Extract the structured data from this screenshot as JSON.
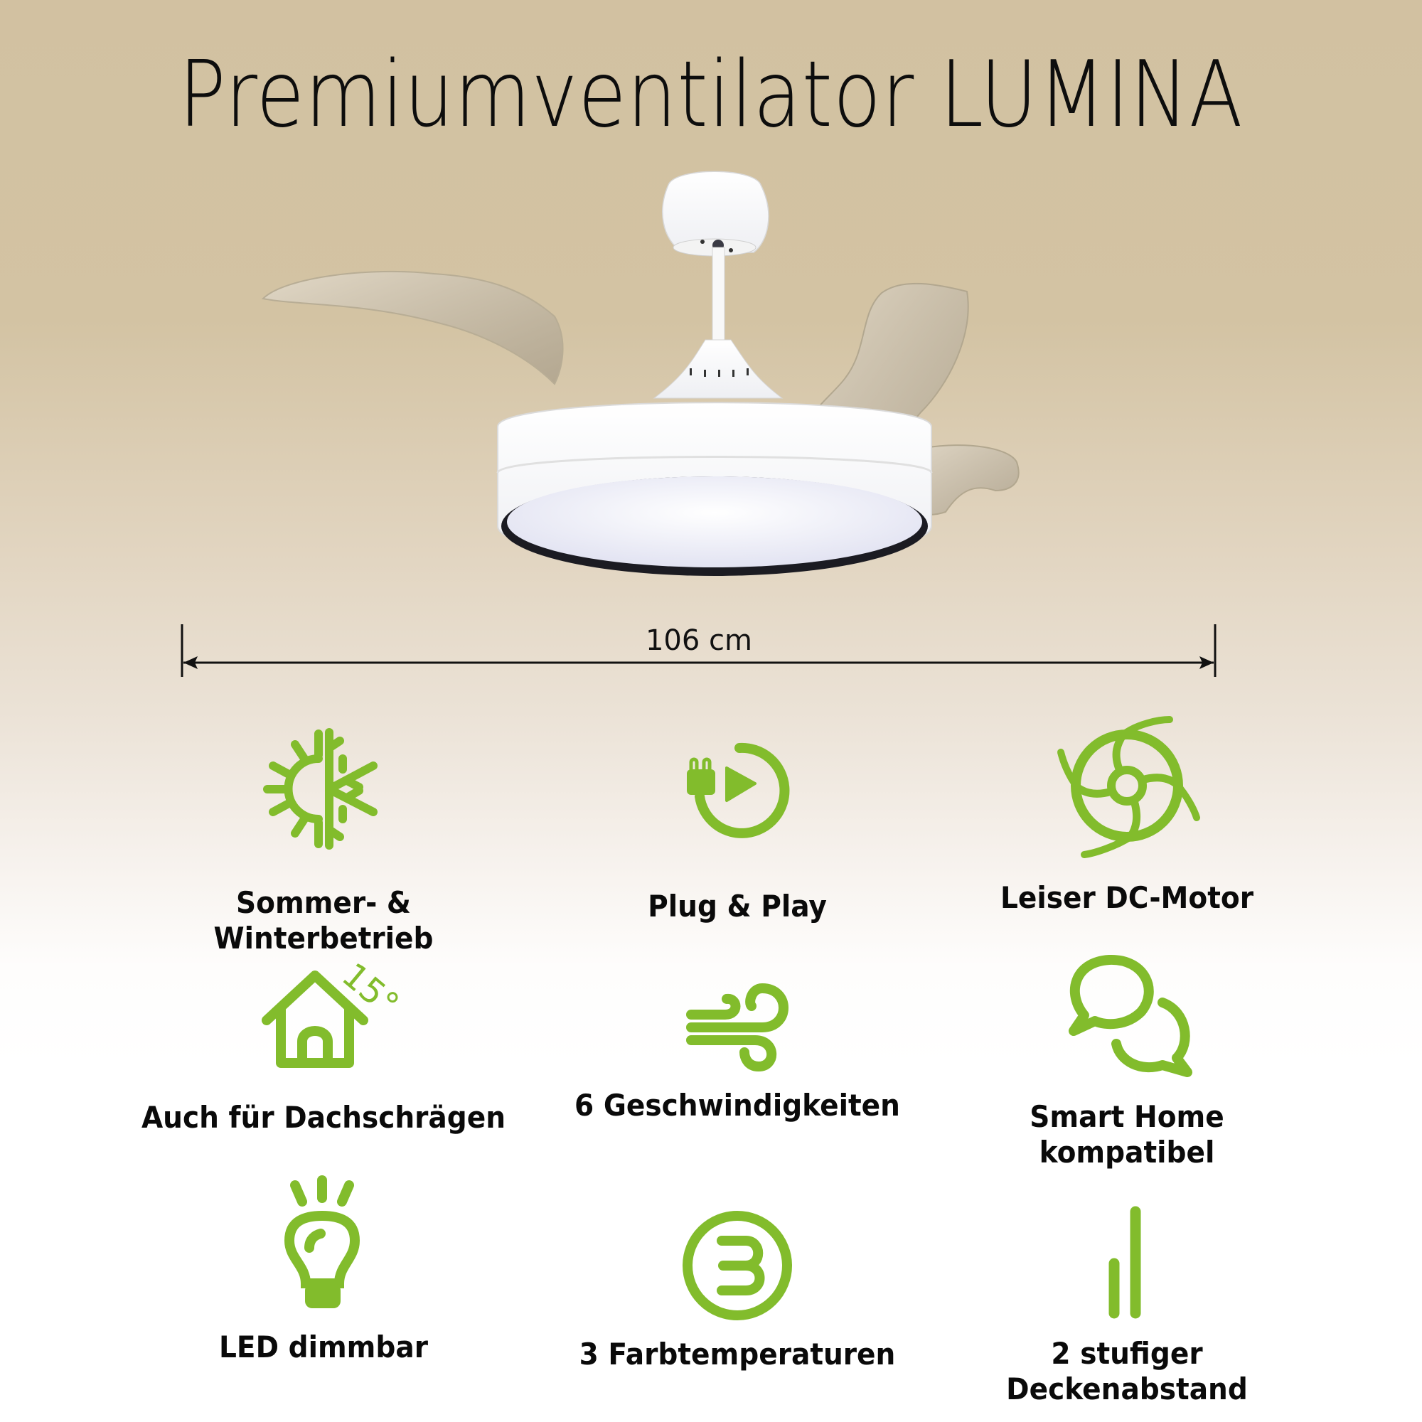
{
  "title": "Premiumventilator LUMINA",
  "dimension": {
    "label": "106 cm",
    "value": 106,
    "unit": "cm"
  },
  "colors": {
    "accent": "#82bc2c",
    "background_top": "#d2c1a1",
    "background_bottom": "#ffffff",
    "text": "#0a0a0a"
  },
  "product_image": {
    "name": "ceiling-fan-with-led-light",
    "blade_count": 3,
    "finish": "white"
  },
  "features": [
    {
      "icon": "sun-snowflake-icon",
      "label": "Sommer- & Winterbetrieb"
    },
    {
      "icon": "plug-play-icon",
      "label": "Plug & Play"
    },
    {
      "icon": "fan-motor-icon",
      "label": "Leiser DC-Motor"
    },
    {
      "icon": "house-roof-15-icon",
      "icon_text": "15°",
      "label": "Auch für Dachschrägen"
    },
    {
      "icon": "wind-icon",
      "label": "6 Geschwindigkeiten"
    },
    {
      "icon": "chat-bubbles-icon",
      "label_line1": "Smart Home",
      "label_line2": "kompatibel"
    },
    {
      "icon": "light-bulb-icon",
      "label": "LED dimmbar"
    },
    {
      "icon": "circle-three-icon",
      "label": "3 Farbtemperaturen"
    },
    {
      "icon": "two-bars-icon",
      "label": "2 stufiger Deckenabstand"
    }
  ]
}
